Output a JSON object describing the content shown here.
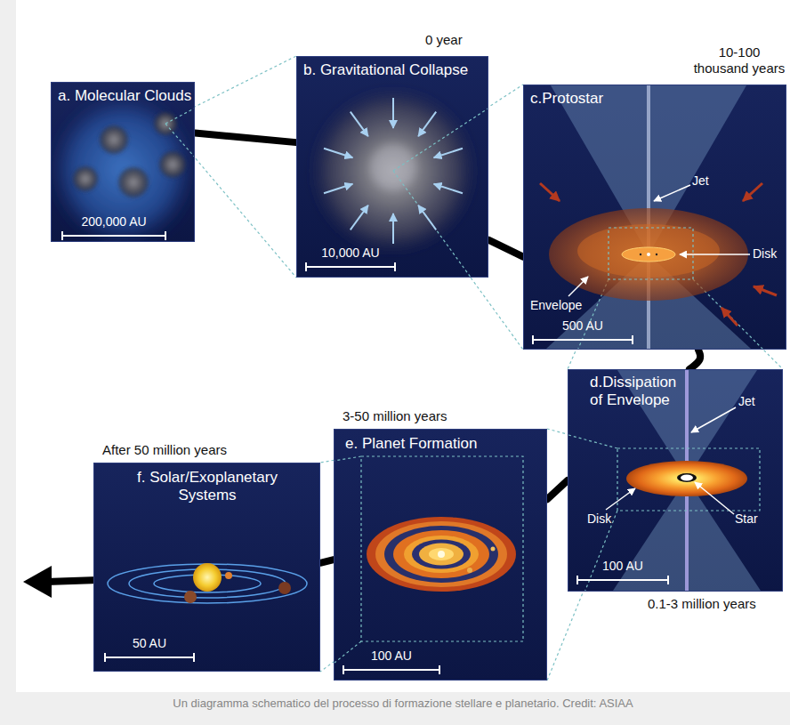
{
  "diagram": {
    "caption": "Un diagramma schematico del processo di formazione stellare e planetario. Credit: ASIAA",
    "nodes": [
      {
        "text": [
          "a. Molecular Clouds",
          "200,000 AU"
        ]
      },
      {
        "text": [
          "b. Gravitational Collapse",
          "10,000 AU"
        ]
      },
      {
        "text": [
          "c.Protostar",
          "500 AU"
        ]
      },
      {
        "text": [
          "d.Dissipation of Envelope",
          "100 AU"
        ]
      },
      {
        "text": [
          "e. Planet Formation",
          "100 AU"
        ]
      },
      {
        "text": [
          "f. Solar/Exoplanetary Systems",
          "50 AU"
        ]
      }
    ],
    "edges": [
      {
        "from": 0,
        "to": 1,
        "arrow": "none"
      },
      {
        "from": 1,
        "to": 2,
        "arrow": "none"
      },
      {
        "from": 2,
        "to": 3,
        "arrow": "none"
      },
      {
        "from": 3,
        "to": 4,
        "arrow": "none"
      },
      {
        "from": 4,
        "to": 5,
        "arrow": "none"
      }
    ],
    "labels": [
      "0 year",
      "10-100 thousand years",
      "Jet",
      "Envelope",
      "Disk",
      "Jet",
      "Disk",
      "Star",
      "0.1-3 million years",
      "3-50 million years",
      "After 50 million years"
    ]
  }
}
